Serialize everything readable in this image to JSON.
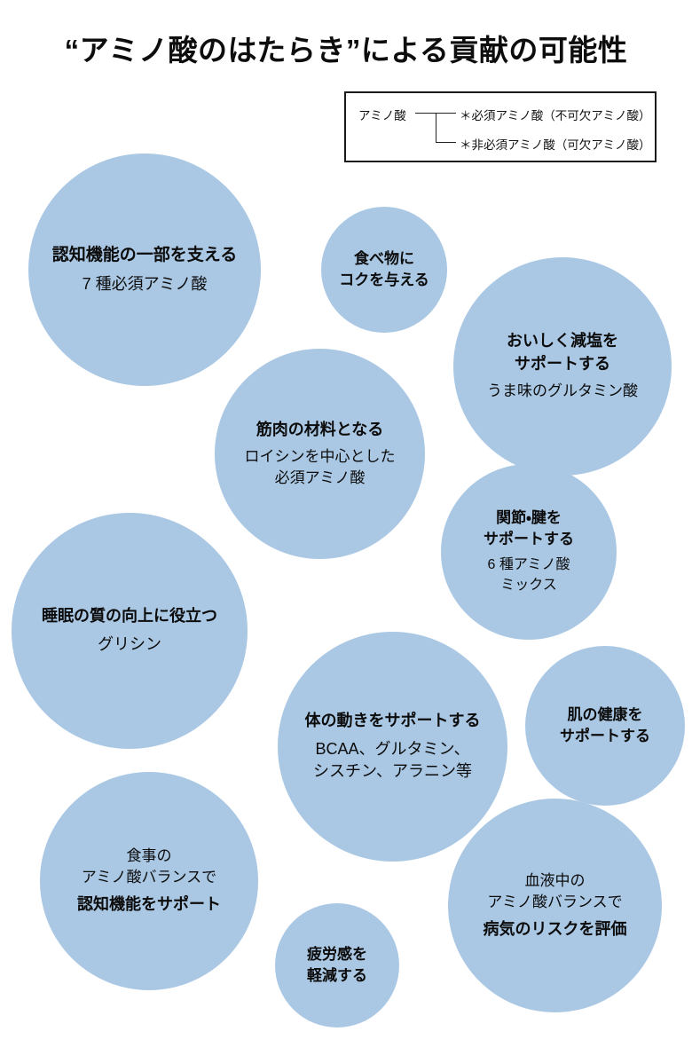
{
  "page": {
    "title": "“アミノ酸のはたらき”による貢献の可能性",
    "background_color": "#ffffff",
    "bubble_color": "#aac8e4",
    "text_color": "#0c0c0c"
  },
  "legend": {
    "root": "アミノ酸",
    "branch_essential": "＊必須アミノ酸（不可欠アミノ酸）",
    "branch_nonessential": "＊非必須アミノ酸（可欠アミノ酸）"
  },
  "bubbles": [
    {
      "id": "cognitive-function",
      "heading": "認知機能の一部を支える",
      "detail_1": "7 種必須アミノ酸",
      "detail_2": ""
    },
    {
      "id": "food-richness",
      "heading_1": "食べ物に",
      "heading_2": "コクを与える"
    },
    {
      "id": "tasty-salt-reduction",
      "heading_1": "おいしく減塩を",
      "heading_2": "サポートする",
      "detail_1": "うま味のグルタミン酸"
    },
    {
      "id": "muscle-material",
      "heading": "筋肉の材料となる",
      "detail_1": "ロイシンを中心とした",
      "detail_2": "必須アミノ酸"
    },
    {
      "id": "joint-tendon",
      "heading_1": "関節・腱を",
      "heading_2": "サポートする",
      "detail_1": "6 種アミノ酸",
      "detail_2": "ミックス"
    },
    {
      "id": "sleep-quality",
      "heading": "睡眠の質の向上に役立つ",
      "detail_1": "グリシン"
    },
    {
      "id": "body-movement",
      "heading": "体の動きをサポートする",
      "detail_1": "BCAA、グルタミン、",
      "detail_2": "シスチン、アラニン等"
    },
    {
      "id": "skin-health",
      "heading_1": "肌の健康を",
      "heading_2": "サポートする"
    },
    {
      "id": "diet-balance-cognitive",
      "detail_1": "食事の",
      "detail_2": "アミノ酸バランスで",
      "heading": "認知機能をサポート"
    },
    {
      "id": "fatigue-reduction",
      "heading_1": "疲労感を",
      "heading_2": "軽減する"
    },
    {
      "id": "blood-balance-risk",
      "detail_1": "血液中の",
      "detail_2": "アミノ酸バランスで",
      "heading": "病気のリスクを評価"
    }
  ]
}
